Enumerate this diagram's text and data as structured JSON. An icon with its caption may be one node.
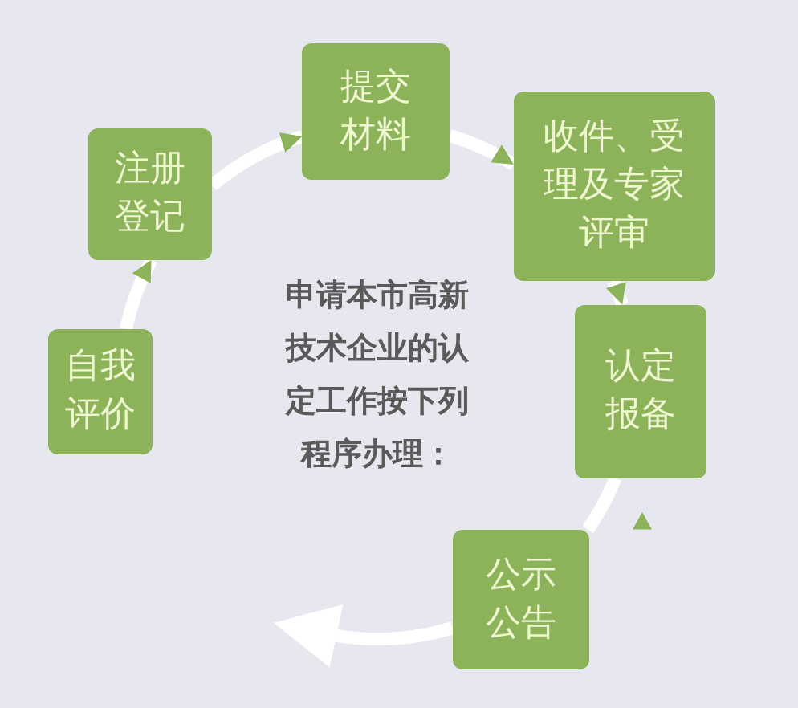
{
  "diagram": {
    "nodes": [
      {
        "text": [
          "自我评价"
        ]
      },
      {
        "text": [
          "注册登记"
        ]
      },
      {
        "text": [
          "提交材料"
        ]
      },
      {
        "text": [
          "收件、受理及专家评审"
        ]
      },
      {
        "text": [
          "认定报备"
        ]
      },
      {
        "text": [
          "公示公告"
        ]
      }
    ],
    "edges": [
      {
        "from": 0,
        "to": 1,
        "arrow": "to"
      },
      {
        "from": 1,
        "to": 2,
        "arrow": "to"
      },
      {
        "from": 2,
        "to": 3,
        "arrow": "to"
      },
      {
        "from": 3,
        "to": 4,
        "arrow": "to"
      },
      {
        "from": 4,
        "to": 5,
        "arrow": "none"
      },
      {
        "from": 5,
        "to": null,
        "arrow": "to"
      }
    ],
    "labels": [
      "申请本市高新技术企业的认定工作按下列程序办理："
    ]
  }
}
